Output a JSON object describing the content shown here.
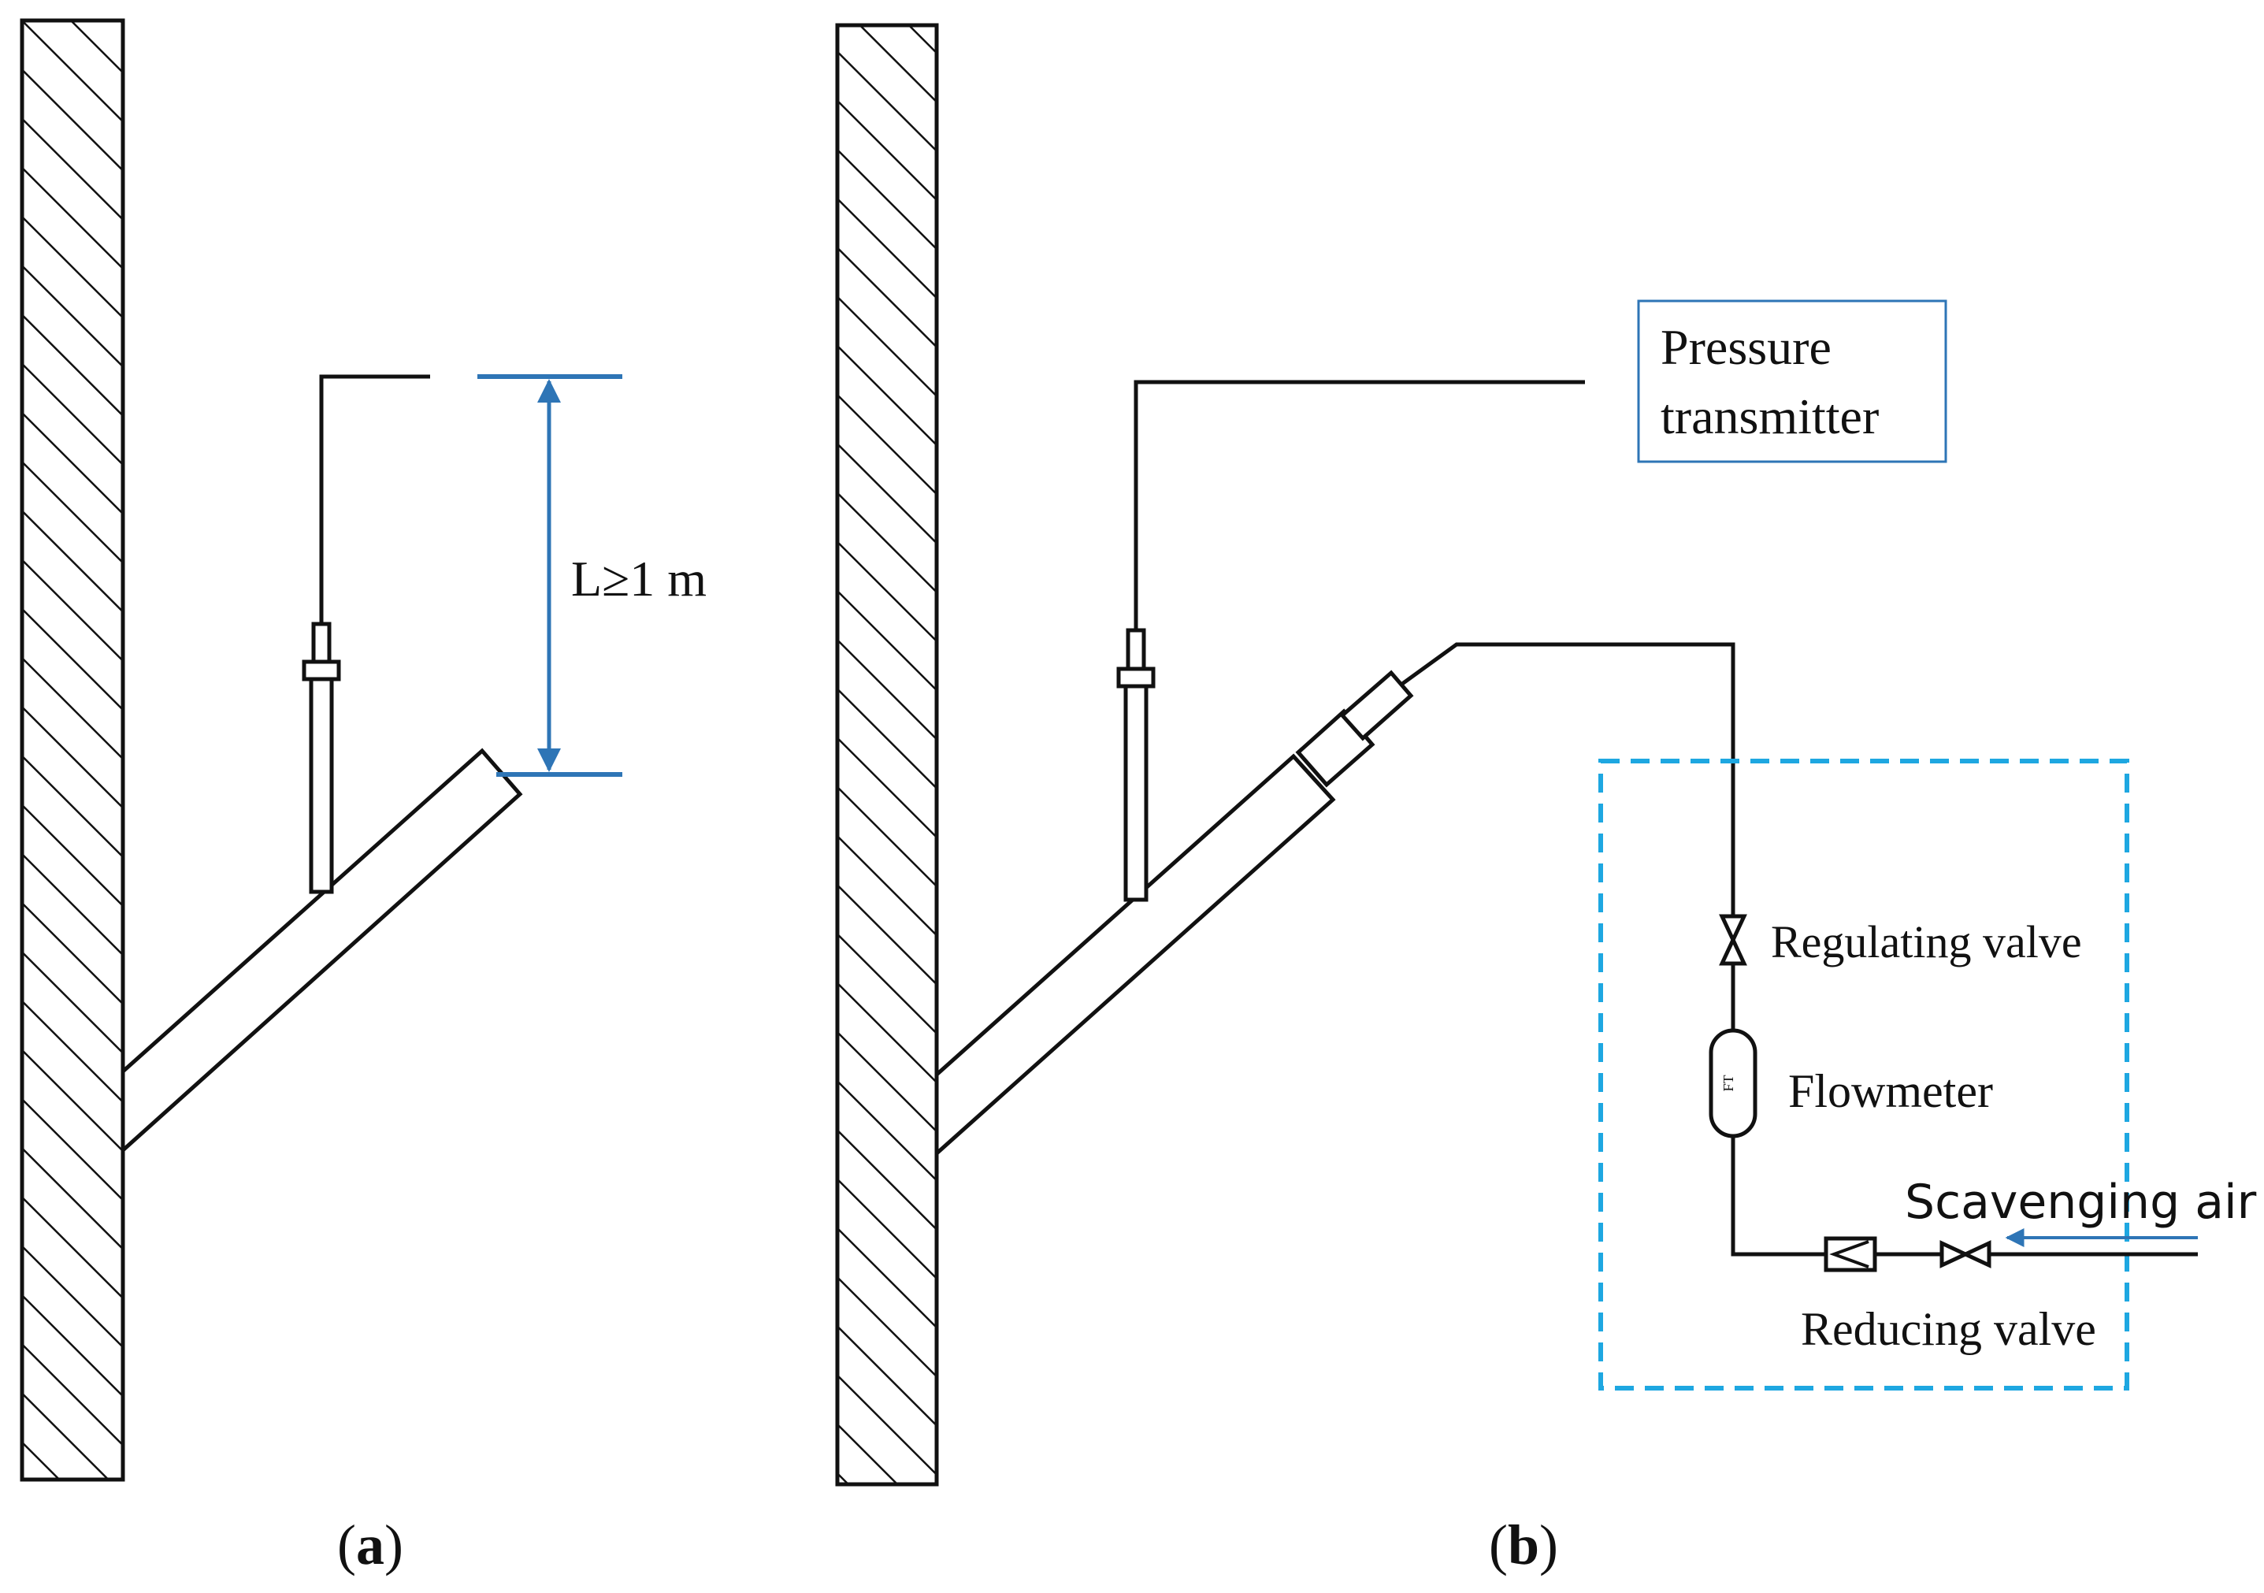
{
  "panel_a": {
    "label_open": "(",
    "label_letter": "a",
    "label_close": ")",
    "dimension_label": "L≥1 m"
  },
  "panel_b": {
    "label_open": "(",
    "label_letter": "b",
    "label_close": ")",
    "pressure_transmitter_line1": "Pressure",
    "pressure_transmitter_line2": "transmitter",
    "regulating_valve": "Regulating valve",
    "flowmeter": "Flowmeter",
    "flowmeter_tag": "FT",
    "scavenging_air": "Scavenging air",
    "reducing_valve": "Reducing valve"
  },
  "colors": {
    "line": "#111111",
    "dimension_blue": "#2e75b6",
    "dashed_box": "#1ea7e1",
    "label_box_border": "#2e75b6"
  }
}
